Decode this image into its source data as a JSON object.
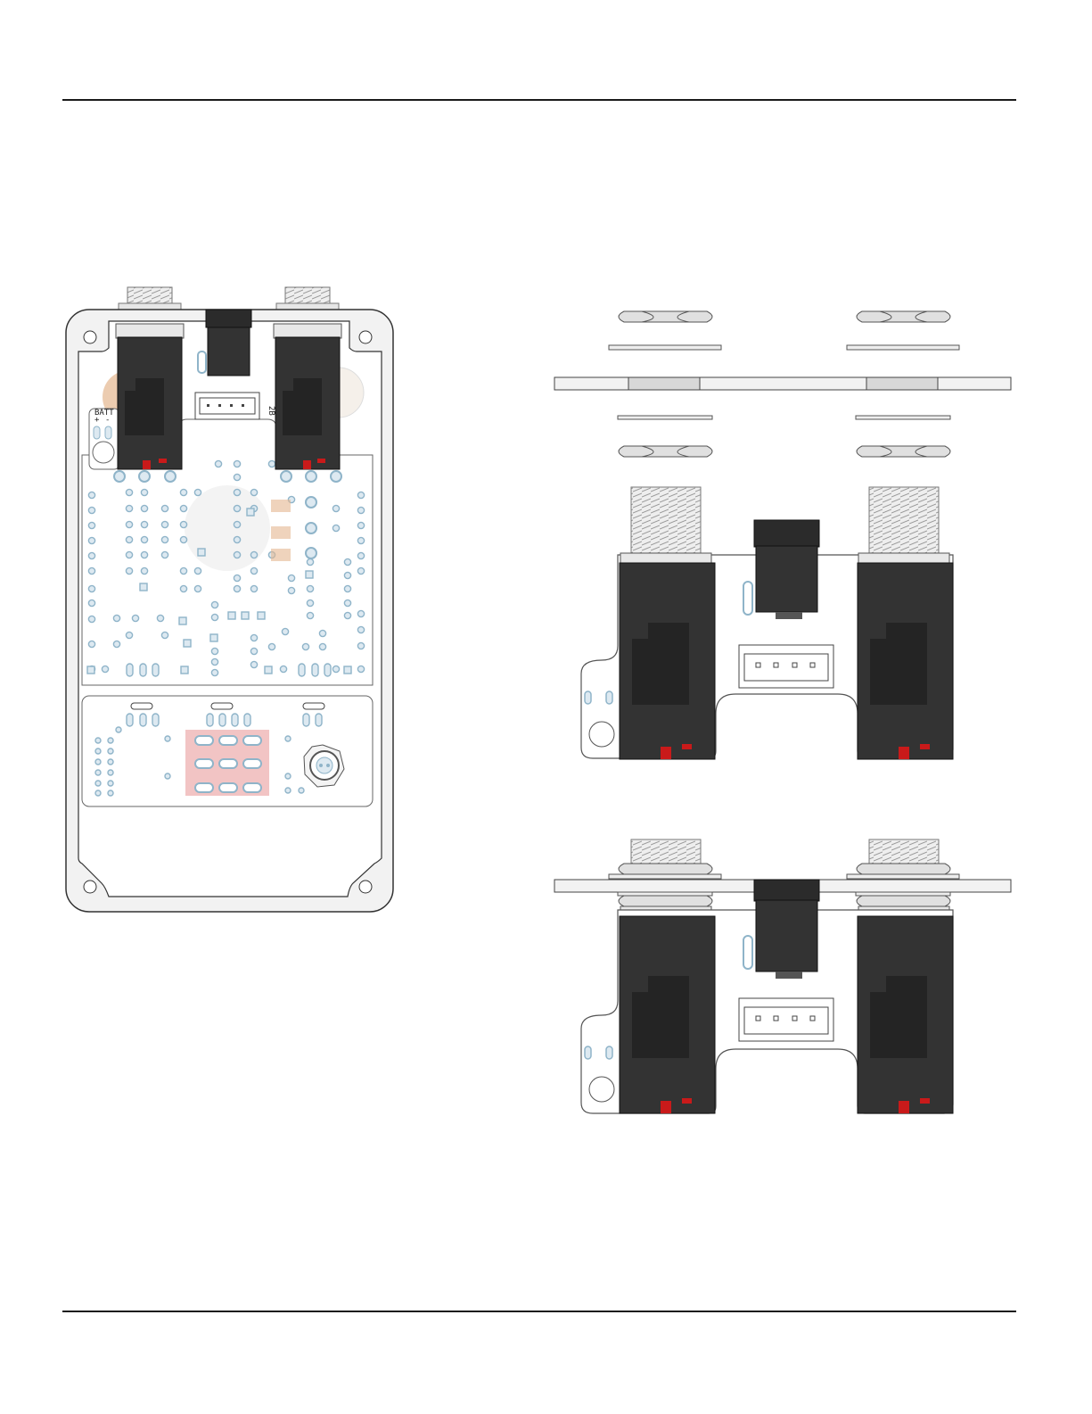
{
  "board_labels": {
    "battery": "BATT",
    "battery_plus": "+",
    "battery_minus": "-",
    "connector": "2B"
  },
  "colors": {
    "jack_body": "#333333",
    "jack_dark": "#242424",
    "pad_outline": "#8fb4c9",
    "pad_fill": "#dde9f1",
    "contact_red": "#c91a1a",
    "copper": "#e4b68f",
    "enclosure_fill": "#f2f2f2",
    "pcb_fill": "#ffffff",
    "switch_pad_fill": "#f2c4c4"
  },
  "icons": [
    "enclosure-diagram",
    "jack-assembly-exploded",
    "jack-assembly-installed"
  ]
}
